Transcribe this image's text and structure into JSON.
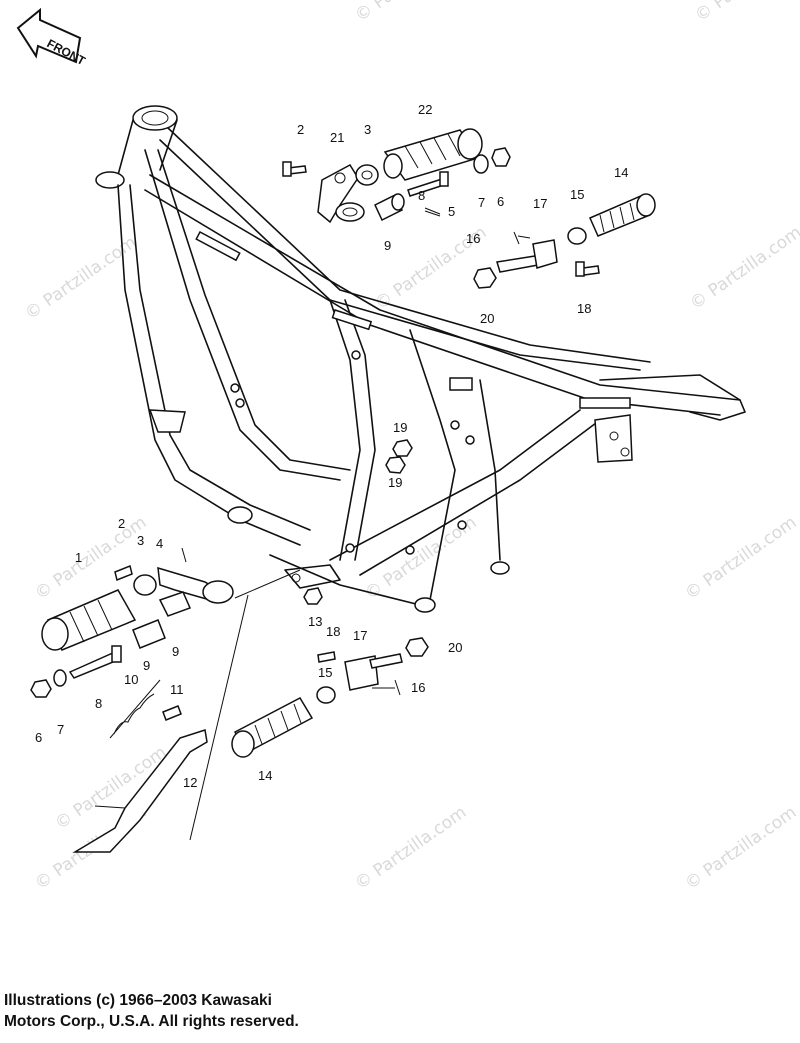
{
  "front_arrow": {
    "label": "FRONT"
  },
  "watermark": "© Partzilla.com",
  "callouts": [
    "1",
    "2",
    "2",
    "3",
    "3",
    "4",
    "5",
    "6",
    "6",
    "7",
    "7",
    "8",
    "8",
    "9",
    "9",
    "9",
    "10",
    "11",
    "12",
    "13",
    "14",
    "14",
    "15",
    "15",
    "16",
    "16",
    "17",
    "17",
    "18",
    "18",
    "19",
    "19",
    "20",
    "20",
    "21",
    "22"
  ],
  "copyright": {
    "line1": "Illustrations (c) 1966–2003 Kawasaki",
    "line2": "Motors Corp., U.S.A.  All rights reserved."
  }
}
